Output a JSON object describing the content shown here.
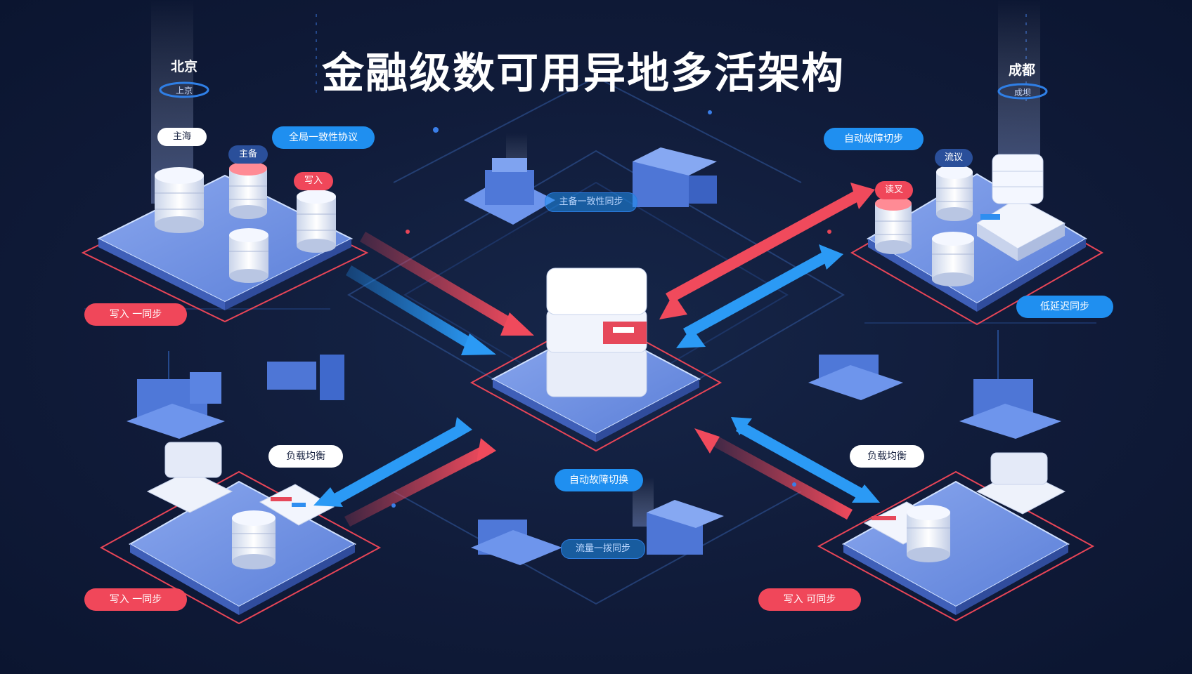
{
  "title": "金融级数可用异地多活架构",
  "cities": {
    "beijing": {
      "name": "北京",
      "sub": "上京"
    },
    "chengdu": {
      "name": "成都",
      "sub": "成坝"
    }
  },
  "labels": {
    "shanghai": "主海",
    "zhubei": "主备",
    "xieru": "写入",
    "global_consensus": "全局一致性协议",
    "main_sync": "主备一致性同步",
    "auto_failover_top": "自动故障切步",
    "liuyi": "流议",
    "duxie": "读叉",
    "low_latency": "低延迟同步",
    "write_sync_left_mid": "写入 一同步",
    "load_balance_left": "负载均衡",
    "load_balance_right": "负载均衡",
    "auto_failover_center": "自动故障切换",
    "bottom_sync": "流量一拨同步",
    "write_sync_left_bottom": "写入 一同步",
    "write_sync_right_bottom": "写入 可同步"
  },
  "colors": {
    "background": "#101b39",
    "platform": "#6f93e6",
    "red_arrow": "#f0475a",
    "blue_arrow": "#1f8ff0",
    "pill_white": "#ffffff"
  },
  "icons": [
    "database-cylinder-icon",
    "server-stack-icon",
    "building-icon",
    "red-arrow-icon",
    "blue-arrow-icon"
  ]
}
